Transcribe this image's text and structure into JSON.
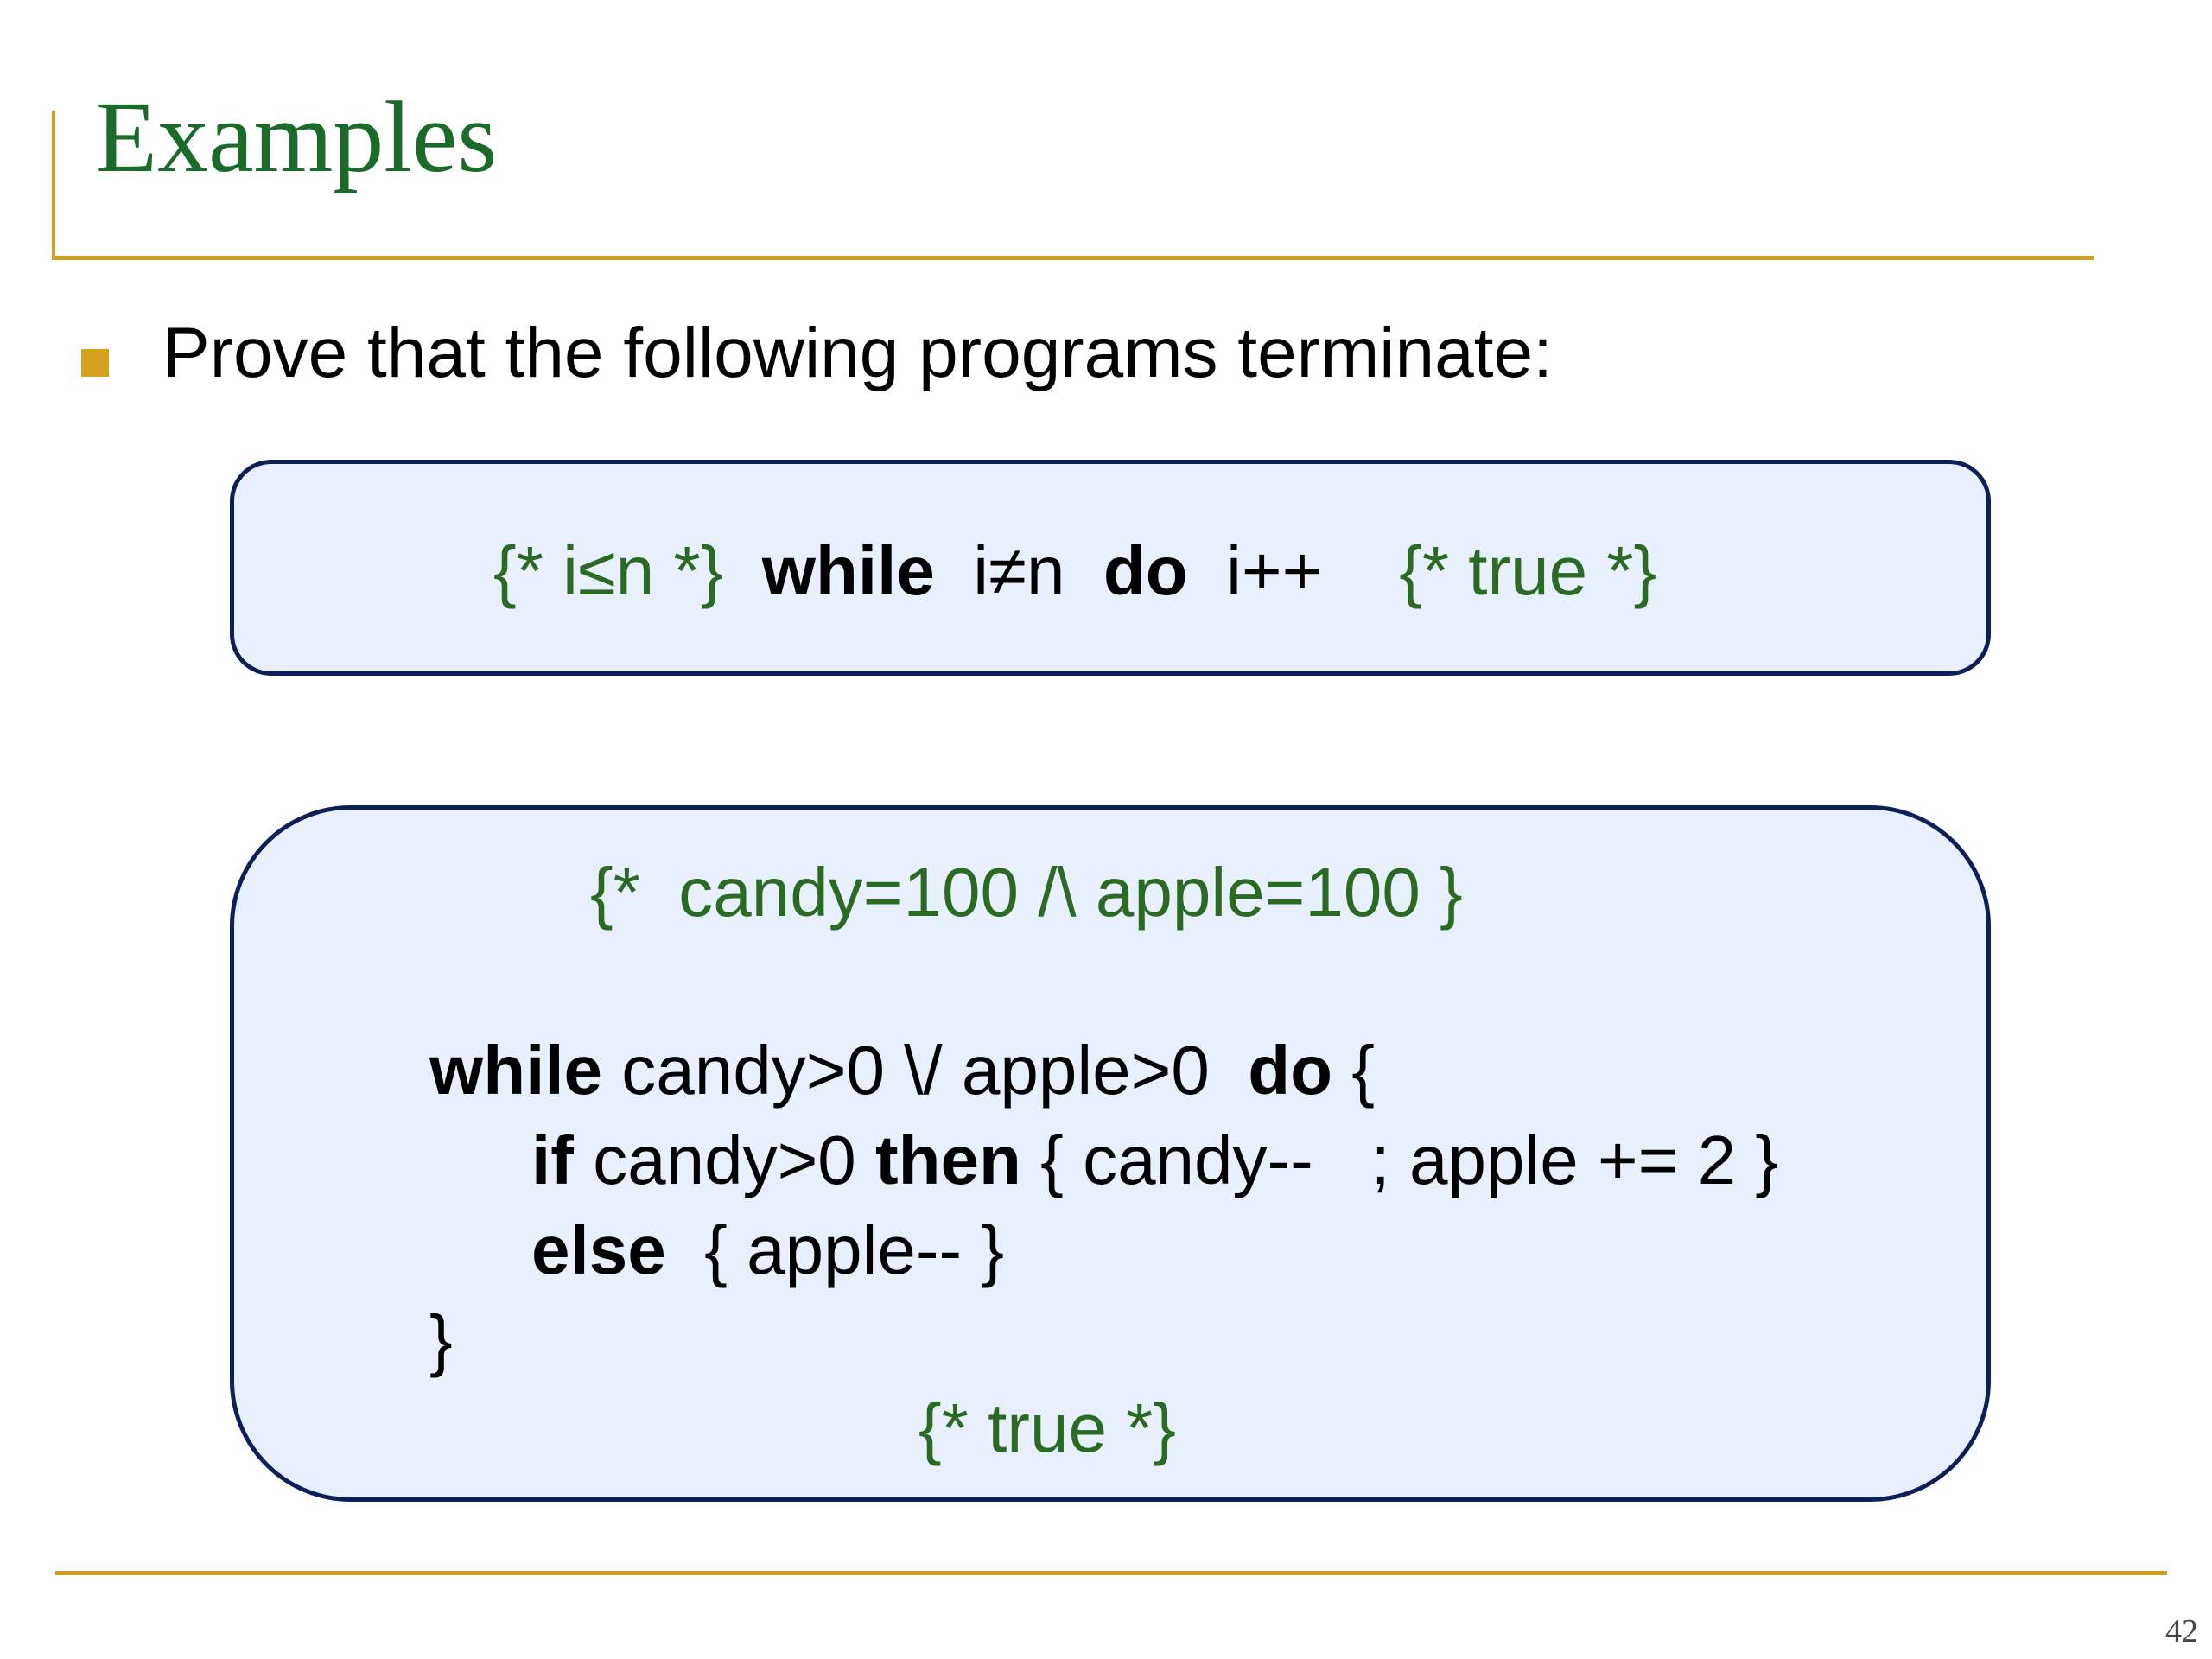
{
  "slide": {
    "title": "Examples",
    "bullet": "Prove that the following programs terminate:",
    "page_number": "42"
  },
  "example1": {
    "pre": "{* i≤n *}",
    "kw_while": "while",
    "cond": "i≠n",
    "kw_do": "do",
    "body": "i++",
    "post": "{* true *}"
  },
  "example2": {
    "pre": "{*  candy=100 /\\ apple=100 }",
    "kw_while": "while",
    "cond": " candy>0 \\/ apple>0  ",
    "kw_do": "do",
    "open_brace": " {",
    "kw_if": "if",
    "if_cond": " candy>0 ",
    "kw_then": "then",
    "then_body": " { candy--   ; apple += 2 }",
    "kw_else": "else",
    "else_body": "  { apple-- }",
    "close_brace": "}",
    "post": "{* true *}"
  },
  "colors": {
    "accent": "#d4a020",
    "title_green": "#1a6b2a",
    "assertion_green": "#2a6a22",
    "box_fill": "#e8f0fd",
    "box_border": "#0d1f58"
  }
}
